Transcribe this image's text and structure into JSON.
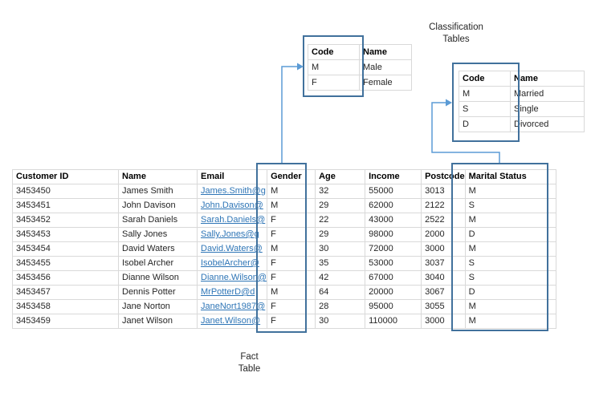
{
  "labels": {
    "classification_tables": "Classification Tables",
    "fact_table": "Fact Table"
  },
  "colors": {
    "highlight_box_border": "#41719c",
    "connector": "#5b9bd5",
    "gridline": "#d9d9d9",
    "hyperlink": "#2e75b6",
    "text": "#262626"
  },
  "tables": {
    "gender_classification": {
      "headers": [
        "Code",
        "Name"
      ],
      "rows": [
        [
          "M",
          "Male"
        ],
        [
          "F",
          "Female"
        ]
      ]
    },
    "marital_classification": {
      "headers": [
        "Code",
        "Name"
      ],
      "rows": [
        [
          "M",
          "Married"
        ],
        [
          "S",
          "Single"
        ],
        [
          "D",
          "Divorced"
        ]
      ]
    },
    "fact": {
      "headers": [
        "Customer ID",
        "Name",
        "Email",
        "Gender",
        "Age",
        "Income",
        "Postcode",
        "Marital Status"
      ],
      "rows": [
        [
          "3453450",
          "James Smith",
          "James.Smith@g",
          "M",
          "32",
          "55000",
          "3013",
          "M"
        ],
        [
          "3453451",
          "John Davison",
          "John.Davison@",
          "M",
          "29",
          "62000",
          "2122",
          "S"
        ],
        [
          "3453452",
          "Sarah Daniels",
          "Sarah.Daniels@",
          "F",
          "22",
          "43000",
          "2522",
          "M"
        ],
        [
          "3453453",
          "Sally Jones",
          "Sally.Jones@g",
          "F",
          "29",
          "98000",
          "2000",
          "D"
        ],
        [
          "3453454",
          "David Waters",
          "David.Waters@",
          "M",
          "30",
          "72000",
          "3000",
          "M"
        ],
        [
          "3453455",
          "Isobel Archer",
          "IsobelArcher@",
          "F",
          "35",
          "53000",
          "3037",
          "S"
        ],
        [
          "3453456",
          "Dianne Wilson",
          "Dianne.Wilson@",
          "F",
          "42",
          "67000",
          "3040",
          "S"
        ],
        [
          "3453457",
          "Dennis Potter",
          "MrPotterD@d",
          "M",
          "64",
          "20000",
          "3067",
          "D"
        ],
        [
          "3453458",
          "Jane Norton",
          "JaneNort1987@",
          "F",
          "28",
          "95000",
          "3055",
          "M"
        ],
        [
          "3453459",
          "Janet Wilson",
          "Janet.Wilson@",
          "F",
          "30",
          "110000",
          "3000",
          "M"
        ]
      ]
    }
  }
}
